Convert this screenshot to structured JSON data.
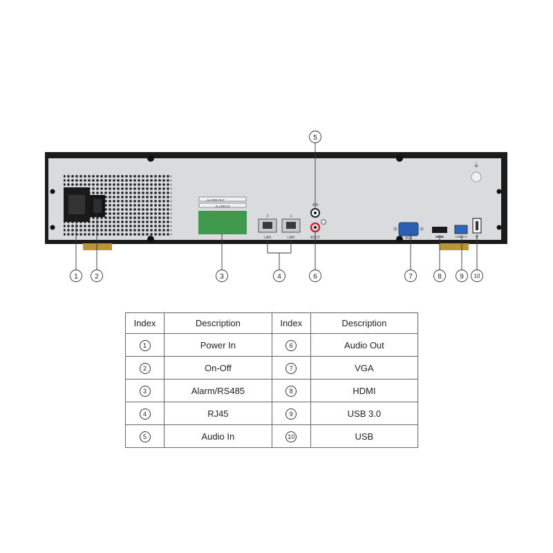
{
  "callouts": [
    "1",
    "2",
    "3",
    "4",
    "5",
    "6",
    "7",
    "8",
    "9",
    "10"
  ],
  "panel": {
    "port_labels": {
      "lan": "LAN",
      "ain": "AIN",
      "aout": "AOUT",
      "vga": "VGA",
      "hdmi": "HDMI",
      "usb3": "USB 3.0",
      "alarm_out": "ALARM OUT",
      "alarm_in": "ALARM IN",
      "lan_index_a": "2",
      "lan_index_b": "1"
    }
  },
  "table": {
    "headers": [
      "Index",
      "Description",
      "Index",
      "Description"
    ],
    "rows": [
      {
        "i1": "1",
        "d1": "Power In",
        "i2": "6",
        "d2": "Audio Out"
      },
      {
        "i1": "2",
        "d1": "On-Off",
        "i2": "7",
        "d2": "VGA"
      },
      {
        "i1": "3",
        "d1": "Alarm/RS485",
        "i2": "8",
        "d2": "HDMI"
      },
      {
        "i1": "4",
        "d1": "RJ45",
        "i2": "9",
        "d2": "USB 3.0"
      },
      {
        "i1": "5",
        "d1": "Audio In",
        "i2": "10",
        "d2": "USB"
      }
    ]
  }
}
